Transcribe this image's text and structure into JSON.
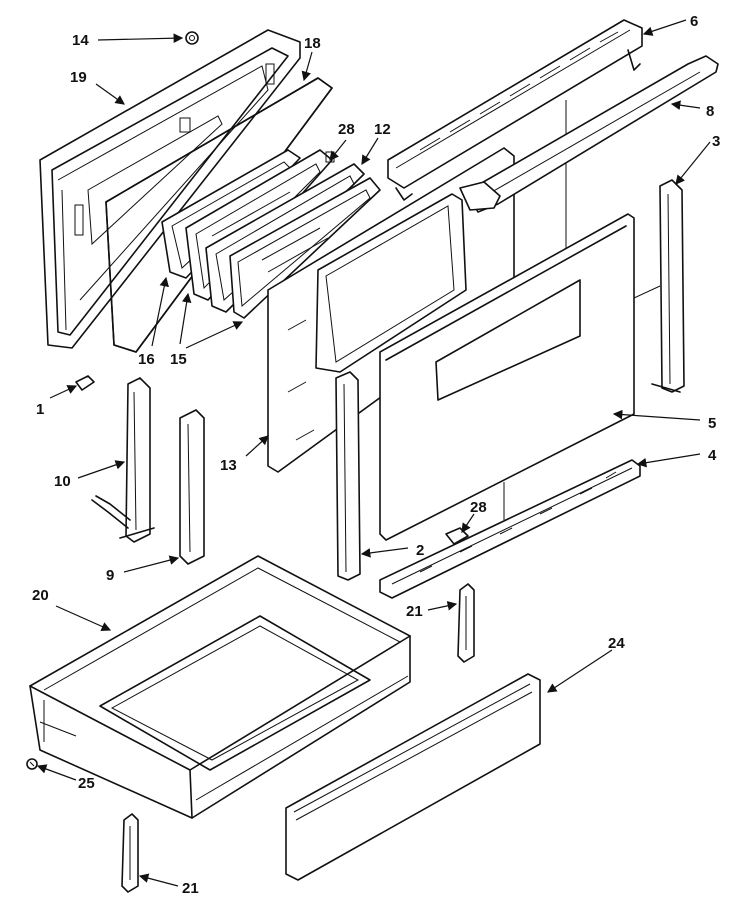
{
  "callouts": {
    "c14": "14",
    "c19": "19",
    "c18": "18",
    "c28a": "28",
    "c12": "12",
    "c16": "16",
    "c15": "15",
    "c1": "1",
    "c10": "10",
    "c13": "13",
    "c9": "9",
    "c6": "6",
    "c8": "8",
    "c3": "3",
    "c5": "5",
    "c4": "4",
    "c28b": "28",
    "c2": "2",
    "c20": "20",
    "c21a": "21",
    "c24": "24",
    "c25": "25",
    "c21b": "21"
  }
}
